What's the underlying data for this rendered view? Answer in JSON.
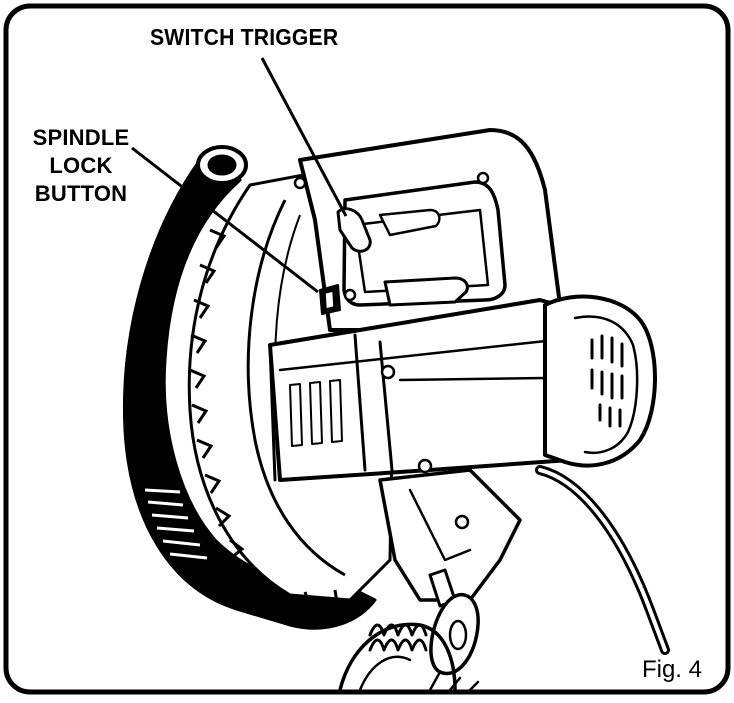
{
  "labels": {
    "switch_trigger": "SWITCH TRIGGER",
    "spindle_lock": [
      "SPINDLE",
      "LOCK",
      "BUTTON"
    ]
  },
  "figure_caption": "Fig. 4",
  "colors": {
    "ink": "#000000",
    "paper": "#ffffff"
  }
}
